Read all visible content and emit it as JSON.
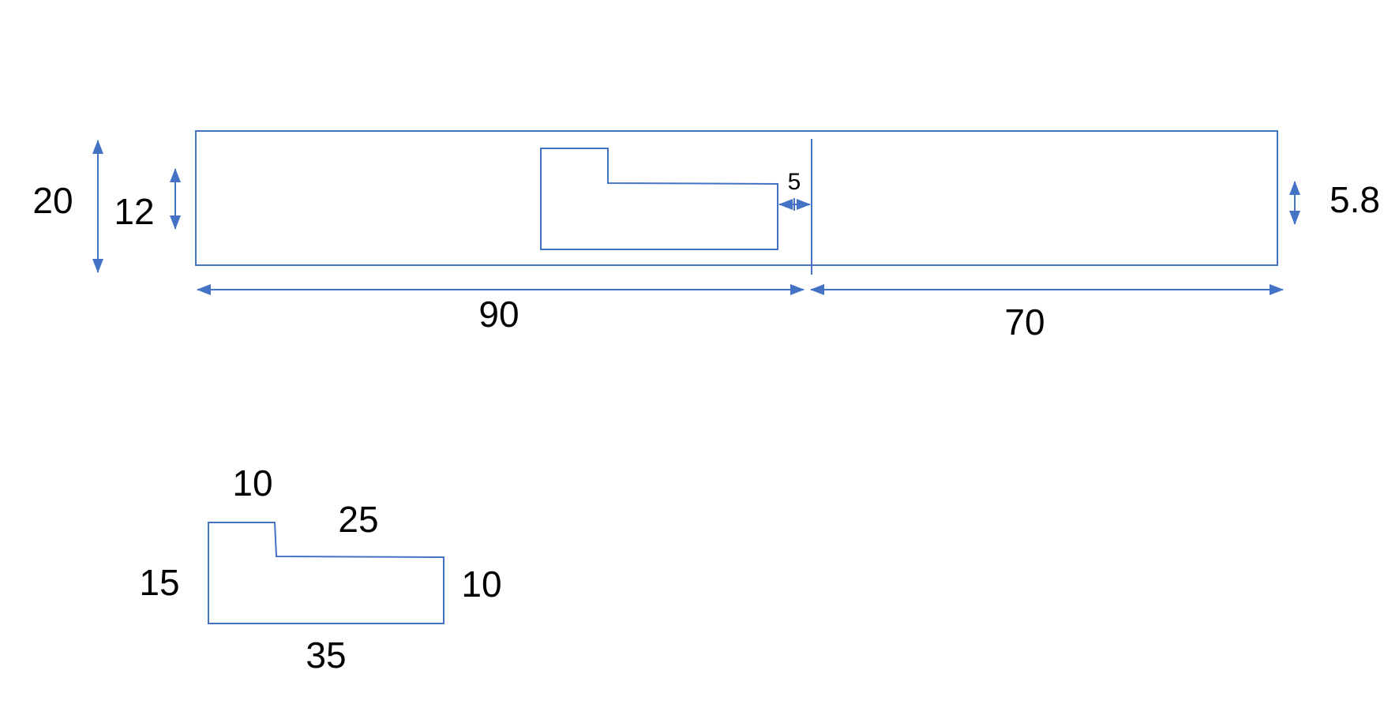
{
  "main_view": {
    "dim_total_height": "20",
    "dim_cutout_height": "12",
    "dim_gap": "5",
    "dim_right_height": "5.8",
    "dim_left_length": "90",
    "dim_right_length": "70"
  },
  "detail_view": {
    "dim_top_step": "10",
    "dim_top_long": "25",
    "dim_left_height": "15",
    "dim_right_height": "10",
    "dim_bottom": "35"
  },
  "colors": {
    "line": "#4472C4",
    "text": "#000000"
  }
}
